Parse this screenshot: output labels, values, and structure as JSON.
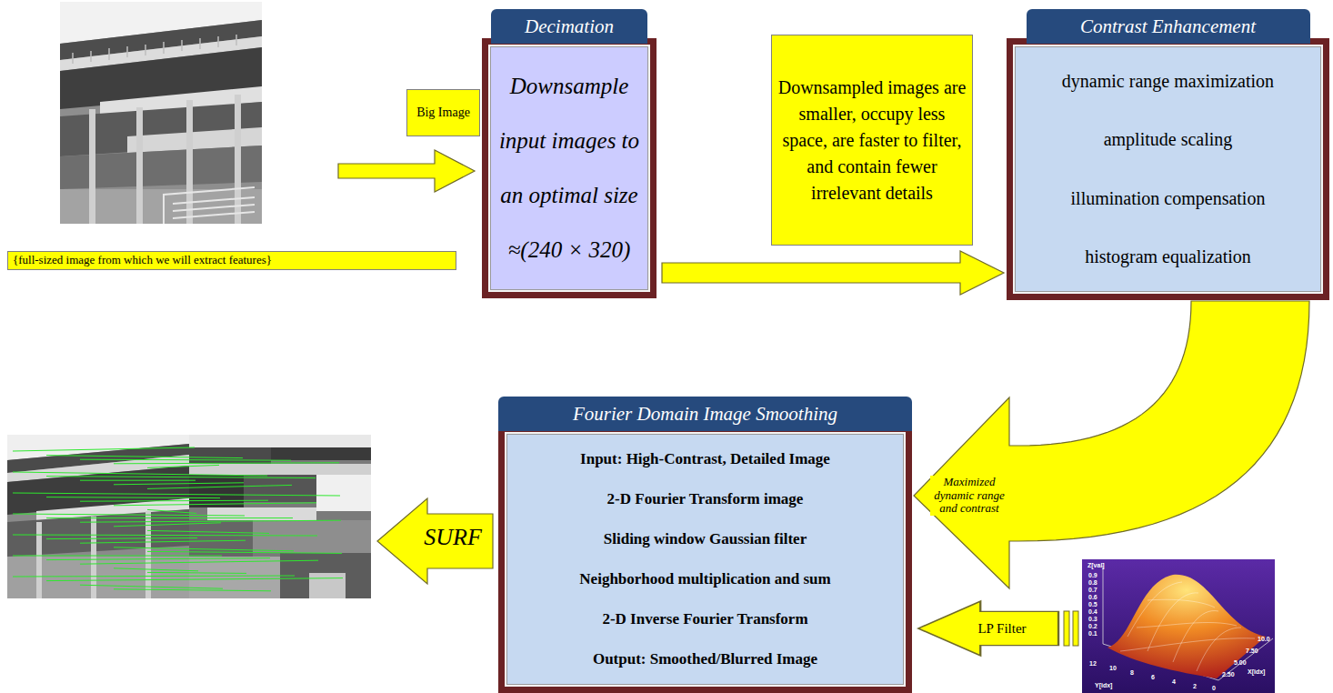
{
  "diagram": {
    "nodes": [
      {
        "text": [
          "Big Image"
        ]
      },
      {
        "text": [
          "Decimation",
          "Downsample input images to an optimal size ≈(240 × 320)"
        ]
      },
      {
        "text": [
          "Downsampled images are smaller, occupy less space, are faster to filter, and contain fewer irrelevant details"
        ]
      },
      {
        "text": [
          "Contrast Enhancement",
          "dynamic range maximization",
          "amplitude scaling",
          "illumination compensation",
          "histogram equalization"
        ]
      },
      {
        "text": [
          "{full-sized image from which we will extract features}"
        ]
      },
      {
        "text": [
          "Fourier Domain Image Smoothing",
          "Input: High-Contrast, Detailed Image",
          "2-D Fourier Transform image",
          "Sliding window Gaussian filter",
          "Neighborhood multiplication and sum",
          "2-D Inverse Fourier Transform",
          "Output: Smoothed/Blurred Image"
        ]
      },
      {
        "text": [
          "LP Filter"
        ]
      }
    ],
    "edges": [
      {
        "from": 1,
        "to": 3,
        "arrow": "to"
      },
      {
        "from": 3,
        "to": 5,
        "arrow": "to",
        "label": "Maximized dynamic range and contrast"
      }
    ],
    "labels": [
      "SURF",
      "Z[val]",
      "0.9",
      "0.8",
      "0.7",
      "0.6",
      "0.5",
      "0.4",
      "0.3",
      "0.2",
      "0.1",
      "X[idx]",
      "10.0",
      "7.50",
      "5.00",
      "2.50",
      "Y[idx]",
      "12",
      "10",
      "8",
      "6",
      "4",
      "2",
      "0"
    ]
  }
}
